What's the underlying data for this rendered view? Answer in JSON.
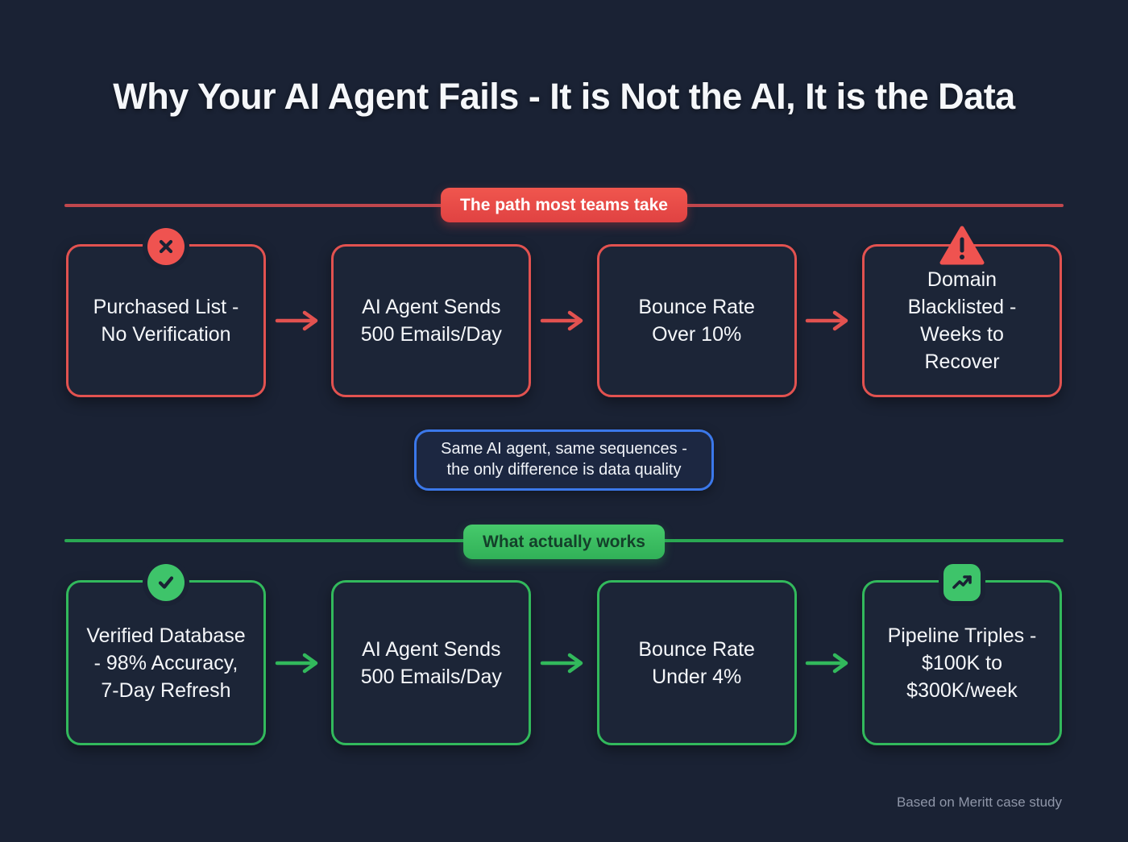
{
  "page": {
    "title": "Why Your AI Agent Fails - It is Not the AI, It is the Data",
    "footer": "Based on Meritt case study"
  },
  "colors": {
    "background": "#1a2234",
    "fail_accent": "#e25250",
    "success_accent": "#32b95c",
    "note_accent": "#3b78ea",
    "muted_text": "#8f96a8"
  },
  "fail_path": {
    "banner": "The path most teams take",
    "steps": [
      {
        "label": "Purchased List - No Verification",
        "icon": "x-circle-icon"
      },
      {
        "label": "AI Agent Sends 500 Emails/Day",
        "icon": ""
      },
      {
        "label": "Bounce Rate Over 10%",
        "icon": ""
      },
      {
        "label": "Domain Blacklisted - Weeks to Recover",
        "icon": "warning-triangle-icon"
      }
    ]
  },
  "note": {
    "text": "Same AI agent, same sequences - the only difference is data quality"
  },
  "success_path": {
    "banner": "What actually works",
    "steps": [
      {
        "label": "Verified Database - 98% Accuracy, 7-Day Refresh",
        "icon": "check-circle-icon"
      },
      {
        "label": "AI Agent Sends 500 Emails/Day",
        "icon": ""
      },
      {
        "label": "Bounce Rate Under 4%",
        "icon": ""
      },
      {
        "label": "Pipeline Triples - $100K to $300K/week",
        "icon": "trend-up-icon"
      }
    ]
  }
}
